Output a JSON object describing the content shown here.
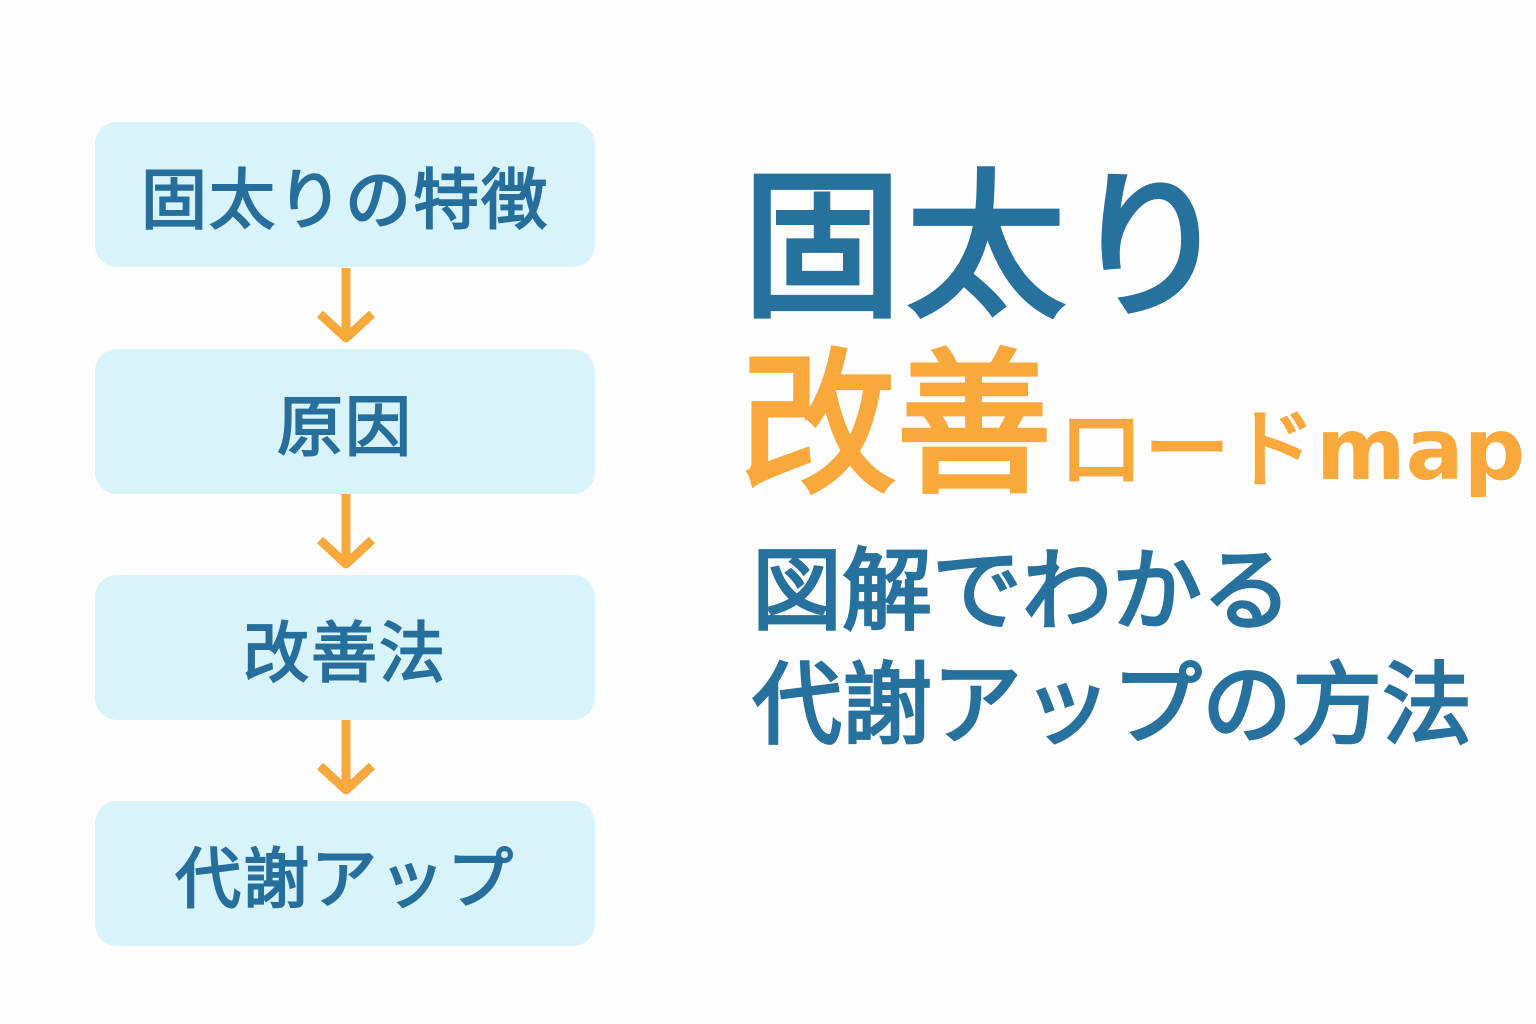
{
  "flow": {
    "steps": [
      "固太りの特徴",
      "原因",
      "改善法",
      "代謝アップ"
    ]
  },
  "heading": {
    "line1": "固太り",
    "line2_main": "改善",
    "line2_sub": "ロードmap",
    "line3": "図解でわかる",
    "line4": "代謝アップの方法"
  },
  "colors": {
    "primary": "#26719e",
    "accent": "#f9a83c",
    "box_bg": "#d9f3fb"
  }
}
